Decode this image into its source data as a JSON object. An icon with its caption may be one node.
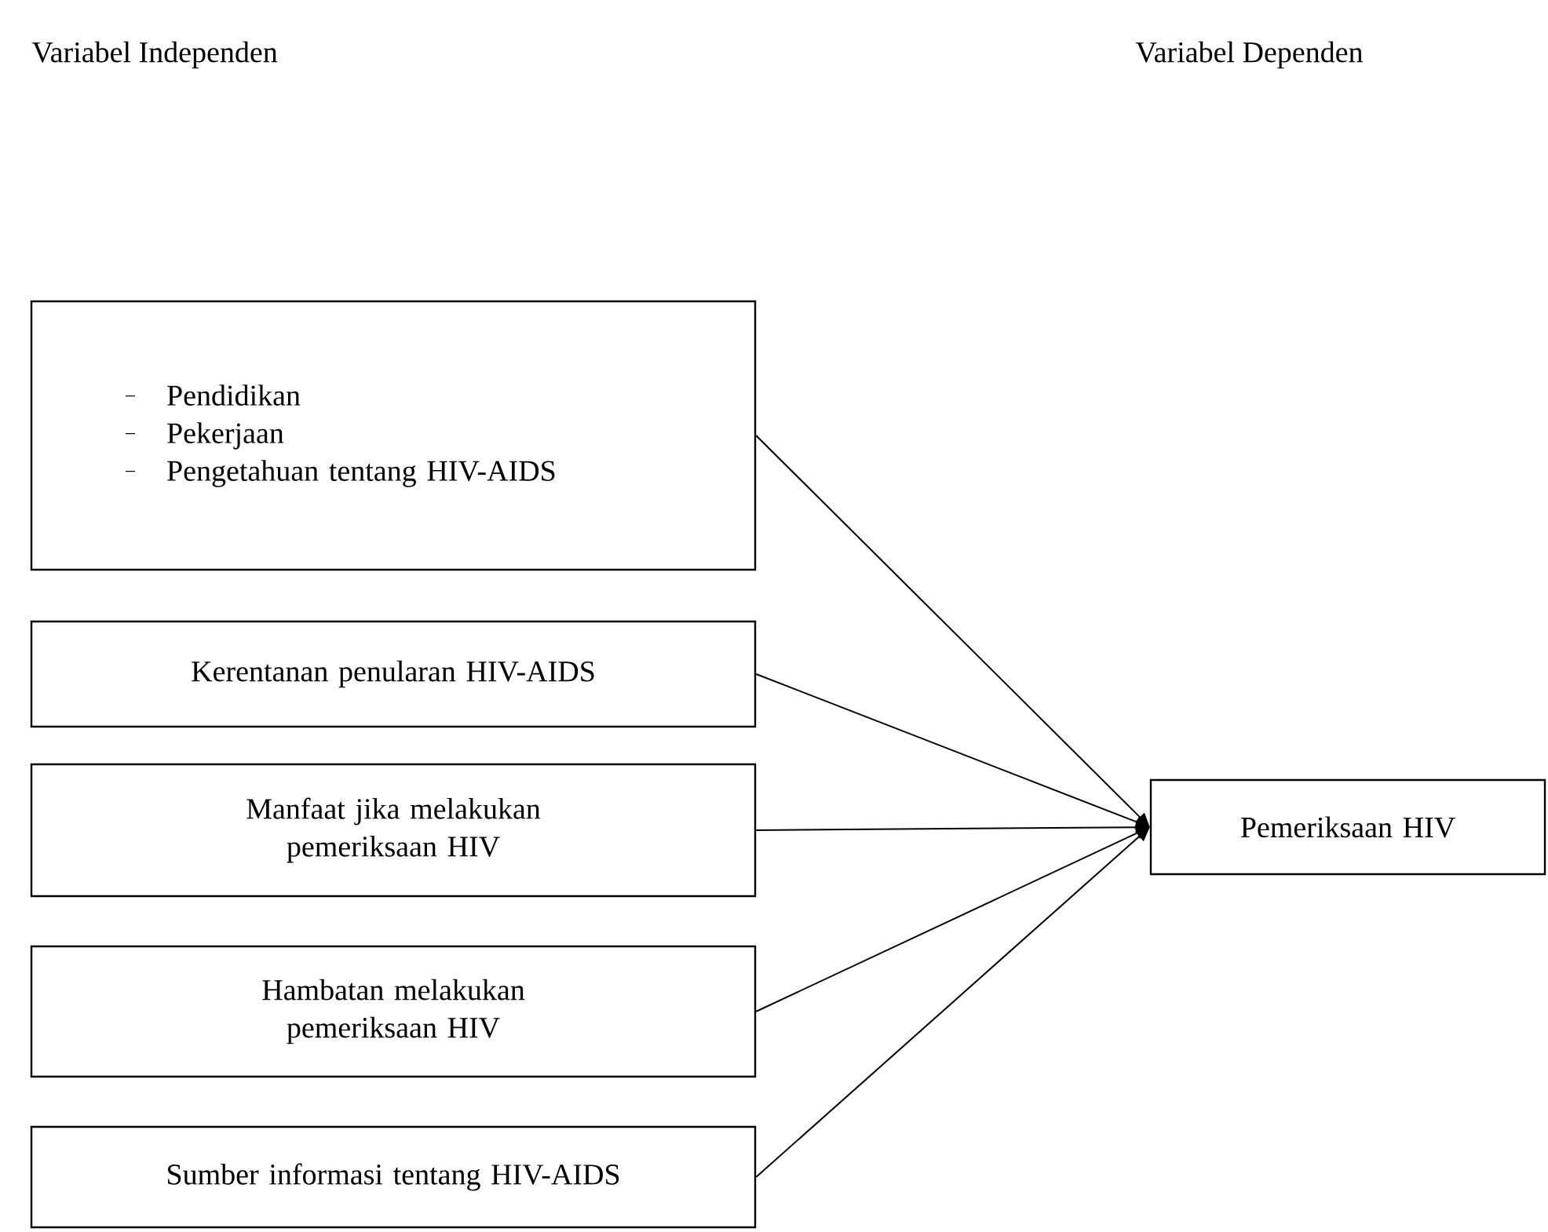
{
  "diagram": {
    "nodes": [
      {
        "text": [
          "Pendidikan",
          "Pekerjaan",
          "Pengetahuan tentang HIV-AIDS"
        ]
      },
      {
        "text": [
          "Kerentanan penularan HIV-AIDS"
        ]
      },
      {
        "text": [
          "Manfaat jika melakukan pemeriksaan HIV"
        ]
      },
      {
        "text": [
          "Hambatan melakukan pemeriksaan HIV"
        ]
      },
      {
        "text": [
          "Sumber informasi tentang HIV-AIDS"
        ]
      },
      {
        "text": [
          "Pemeriksaan HIV"
        ]
      }
    ],
    "edges": [
      {
        "from": 0,
        "to": 5,
        "arrow": "to"
      },
      {
        "from": 1,
        "to": 5,
        "arrow": "to"
      },
      {
        "from": 2,
        "to": 5,
        "arrow": "to"
      },
      {
        "from": 3,
        "to": 5,
        "arrow": "to"
      },
      {
        "from": 4,
        "to": 5,
        "arrow": "to"
      }
    ],
    "labels": [
      "Variabel Independen",
      "Variabel Dependen"
    ]
  }
}
